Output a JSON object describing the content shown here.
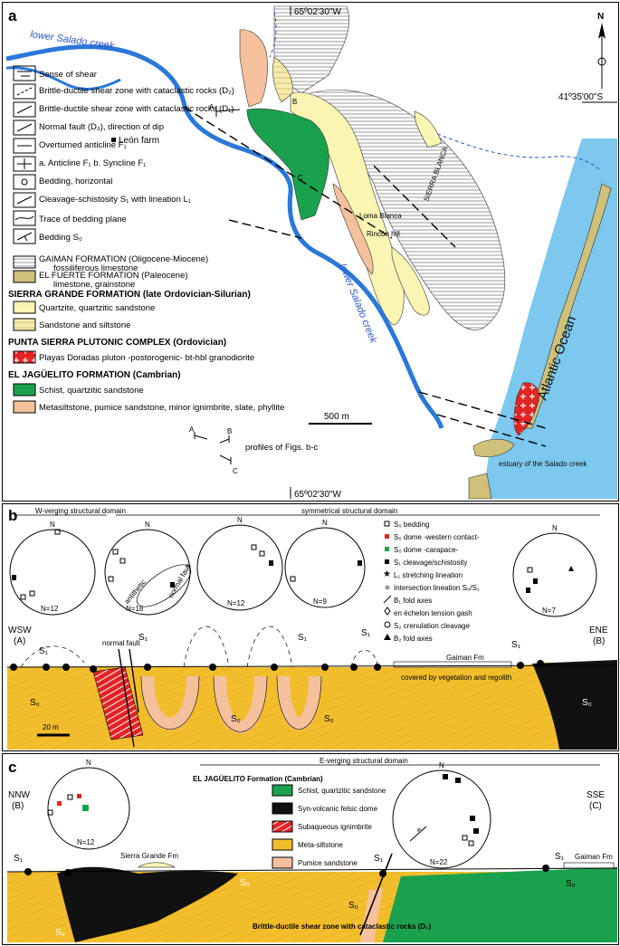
{
  "panel_a": {
    "label": "a",
    "coord_top": "65º02'30\"W",
    "coord_bottom": "65º02'30\"W",
    "coord_right": "41º35'00\"S",
    "north": "N",
    "scale": "500 m",
    "places": {
      "lower_salado_1": "lower Salado creek",
      "lower_salado_2": "lower Salado creek",
      "leon_farm": "León farm",
      "loma_blanca": "Loma Blanca",
      "rincon_hill": "Rincón hill",
      "sierra_blanca": "SIERRA BLANCA",
      "atlantic": "Atlantic Ocean",
      "estuary": "estuary of the Salado creek"
    },
    "profile_labels": {
      "A": "A",
      "B": "B",
      "C": "C"
    },
    "legend_symbols": [
      {
        "text": "Sense of shear"
      },
      {
        "text": "Brittle-ductile shear zone with cataclastic rocks (D₂)"
      },
      {
        "text": "Brittle-ductile shear zone with cataclastic rocks (D₁)"
      },
      {
        "text": "Normal fault (D₃), direction of dip"
      },
      {
        "text": "Overturned anticline F₁"
      },
      {
        "text": "a. Anticline F₁ b. Syncline F₁"
      },
      {
        "text": "Bedding, horizontal"
      },
      {
        "text": "Cleavage-schistosity S₁ with lineation L₁"
      },
      {
        "text": "Trace of bedding plane"
      },
      {
        "text": "Bedding S₀"
      }
    ],
    "legend_units": {
      "gaiman_h": "GAIMAN FORMATION (Oligocene-Miocene)",
      "gaiman_t": "fossiliferous limestone",
      "fuerte_h": "EL FUERTE FORMATION (Paleocene)",
      "fuerte_t": "limestone, grainstone",
      "sierra_h": "SIERRA GRANDE FORMATION (late Ordovician-Silurian)",
      "quartzite": "Quartzite, quartzitic sandstone",
      "sandstone": "Sandstone and siltstone",
      "punta_h": "PUNTA SIERRA PLUTONIC COMPLEX (Ordovician)",
      "playas": "Playas Doradas pluton -postorogenic- bt-hbl granodiorite",
      "jaguelito_h": "EL JAGÜELITO FORMATION (Cambrian)",
      "schist": "Schist, quartzitic sandstone",
      "meta": "Metasiltstone, pumice sandstone, minor ignimbrite, slate, phyllite",
      "profiles": "profiles of Figs. b-c"
    }
  },
  "panel_b": {
    "label": "b",
    "domain_w": "W-verging structural domain",
    "domain_s": "symmetrical structural domain",
    "end_w": "WSW",
    "end_w_sub": "(A)",
    "end_e": "ENE",
    "end_e_sub": "(B)",
    "stereonets": [
      {
        "n": "N=12"
      },
      {
        "n": "N=18"
      },
      {
        "n": "N=12"
      },
      {
        "n": "N=9"
      },
      {
        "n": "N=7"
      }
    ],
    "net_north": "N",
    "antithetic": "antithetic",
    "normal_fault_net": "normal fault",
    "normal_fault": "normal fault",
    "gaiman": "Gaiman Fm",
    "covered": "covered by vegetation and regolith",
    "scale": "20 m",
    "s0": "S₀",
    "s1": "S₁",
    "legend": [
      "S₀ bedding",
      "S₀ dome -western contact-",
      "S₀ dome -carapace-",
      "S₁ cleavage/schistosity",
      "L₁ stretching lineation",
      "Intersection lineation S₀/S₁",
      "B₁ fold axes",
      "en échelon tension gash",
      "S₂ crenulation cleavage",
      "B₂ fold axes"
    ]
  },
  "panel_c": {
    "label": "c",
    "domain_e": "E-verging structural domain",
    "end_w": "NNW",
    "end_w_sub": "(B)",
    "end_e": "SSE",
    "end_e_sub": "(C)",
    "n1": "N=12",
    "n2": "N=22",
    "net_north": "N",
    "sierra": "Sierra Grande Fm",
    "gaiman": "Gaiman Fm",
    "s0": "S₀",
    "s1": "S₁",
    "shear": "Brittle-ductile shear zone with cataclastic rocks (D₁)",
    "legend_h": "EL JAGÜELITO Formation (Cambrian)",
    "legend": [
      "Schist, quartzitic sandstone",
      "Syn-volcanic felsic dome",
      "Subaqueous ignimbrite",
      "Meta-siltstone",
      "Pumice sandstone"
    ]
  },
  "colors": {
    "water": "#3b8fe0",
    "ocean": "#7cc8ee",
    "gaiman": "#ffffff",
    "fuerte": "#cfc07a",
    "quartzite": "#fbf5b4",
    "sandstone": "#f6ebaa",
    "pluton": "#e22424",
    "schist": "#1aa14e",
    "meta": "#f5c09c",
    "metasilt": "#f3be2c",
    "dome": "#111111"
  }
}
